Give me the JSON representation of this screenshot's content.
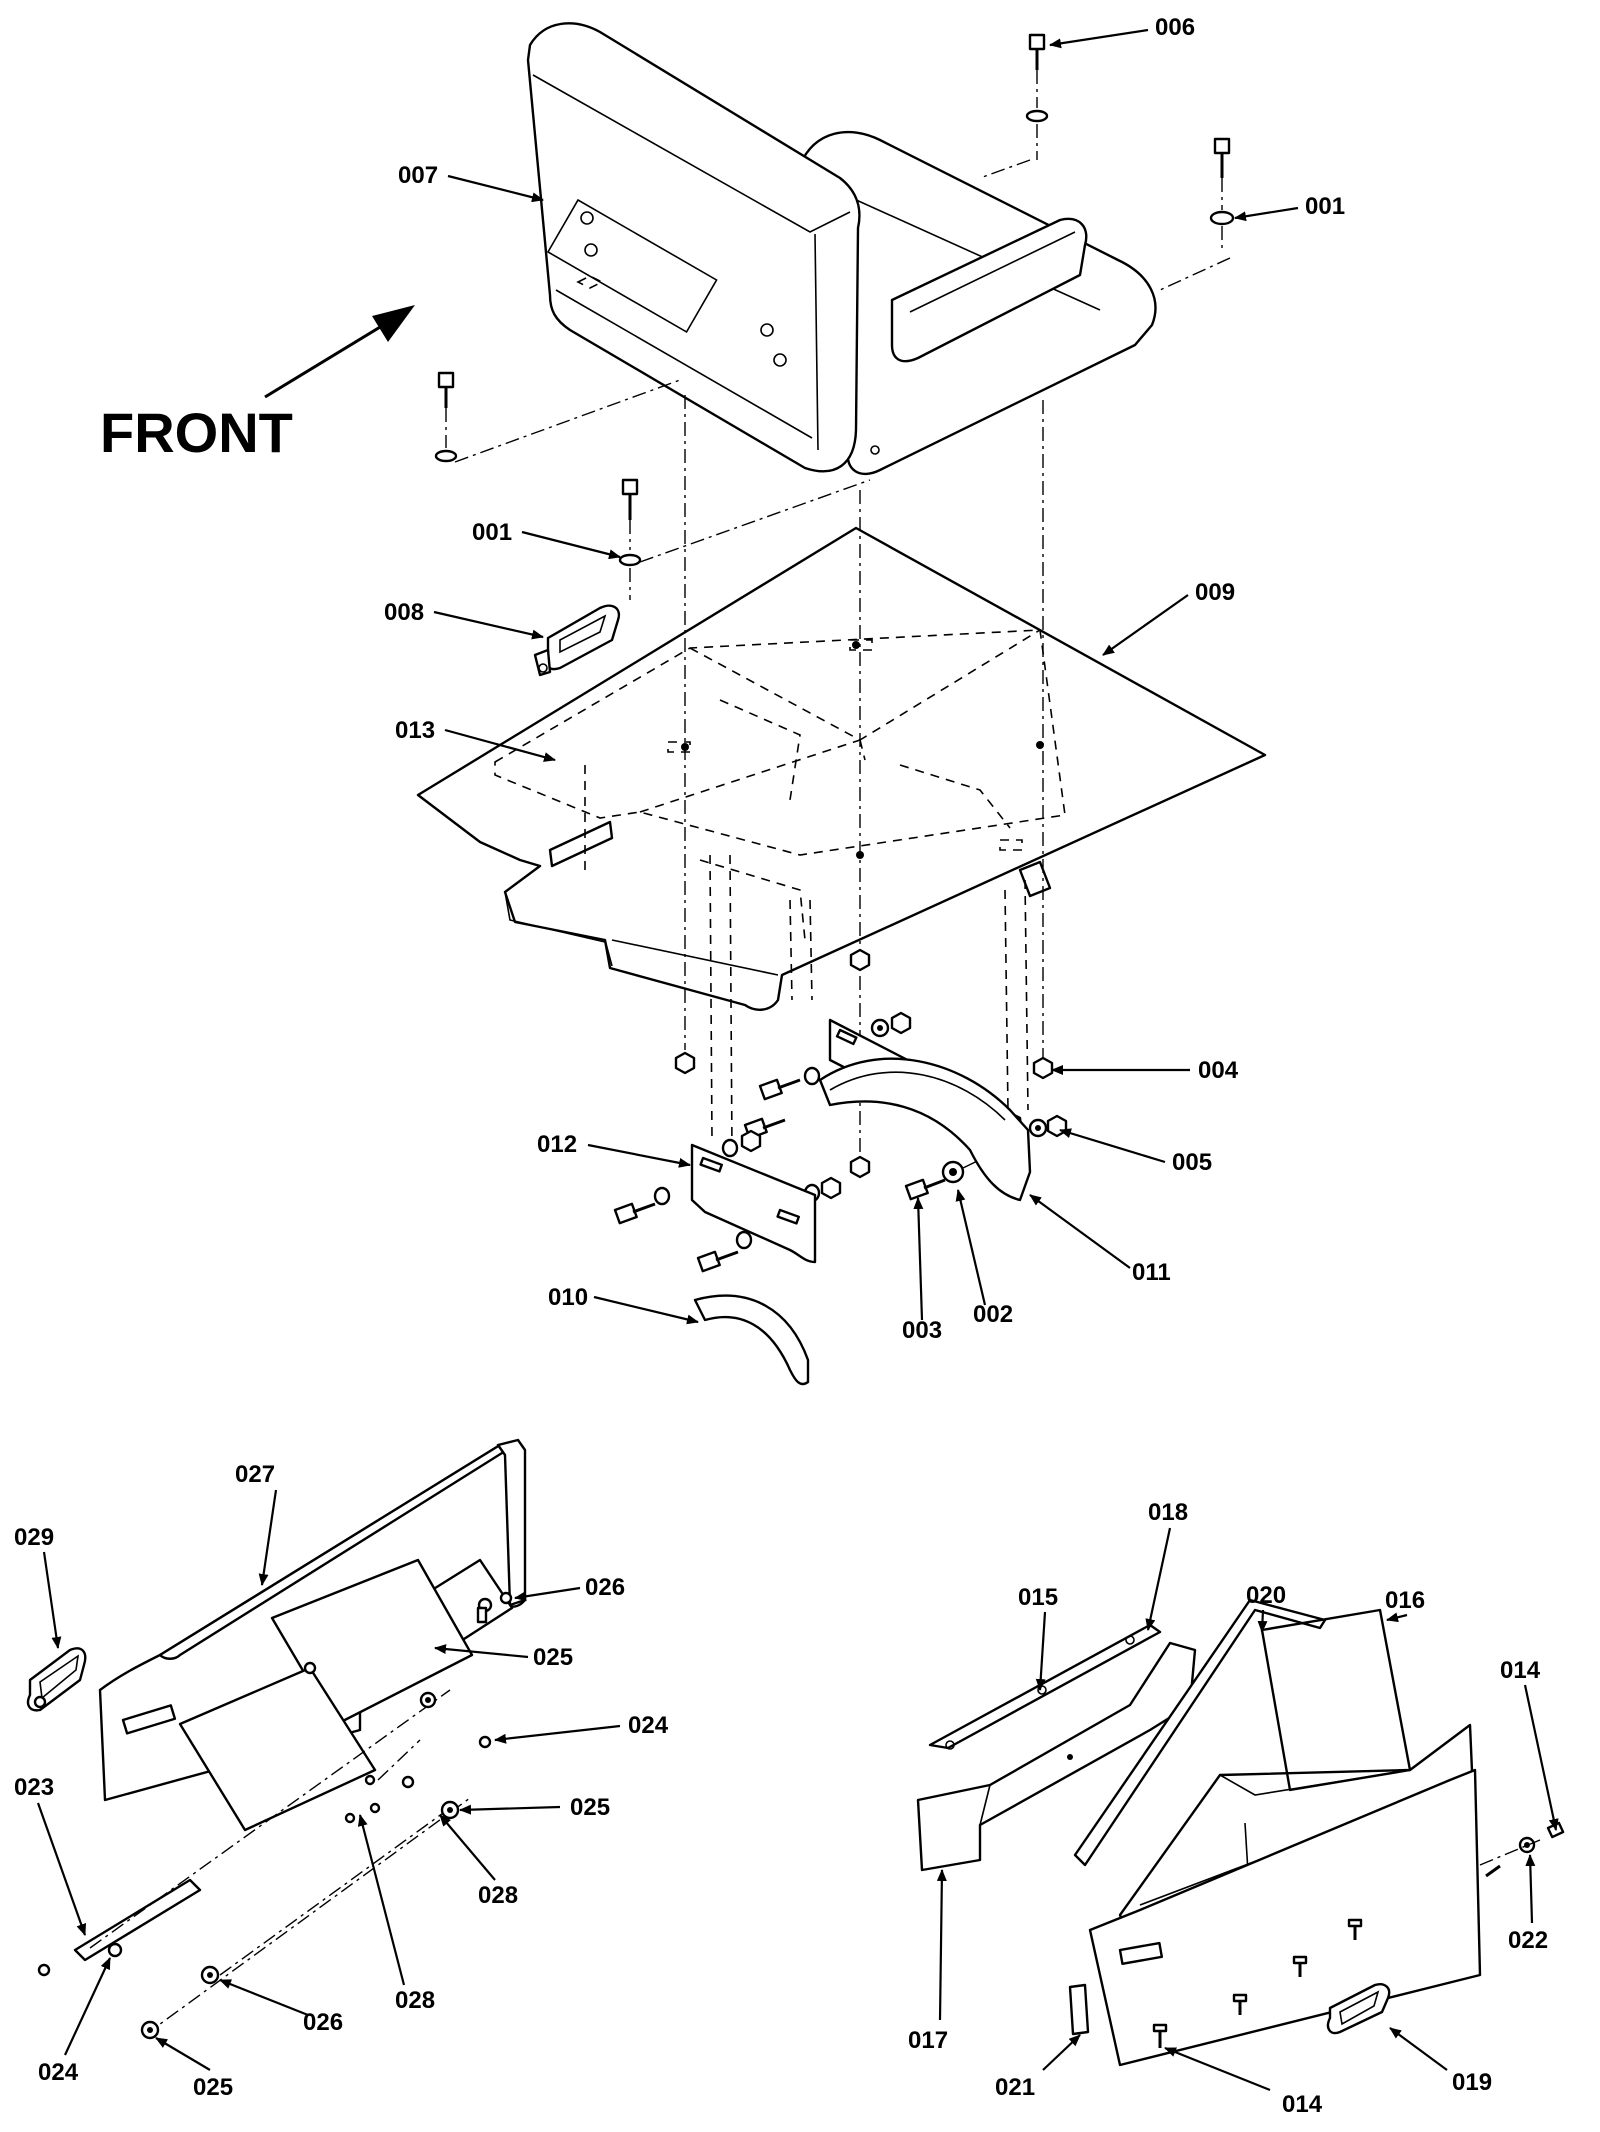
{
  "front_label": "FRONT",
  "callouts": {
    "c001a": "001",
    "c001b": "001",
    "c002": "002",
    "c003": "003",
    "c004": "004",
    "c005": "005",
    "c006": "006",
    "c007": "007",
    "c008": "008",
    "c009": "009",
    "c010": "010",
    "c011": "011",
    "c012": "012",
    "c013": "013",
    "c014a": "014",
    "c014b": "014",
    "c015": "015",
    "c016": "016",
    "c017": "017",
    "c018": "018",
    "c019": "019",
    "c020": "020",
    "c021": "021",
    "c022": "022",
    "c023": "023",
    "c024a": "024",
    "c024b": "024",
    "c025a": "025",
    "c025b": "025",
    "c025c": "025",
    "c026a": "026",
    "c026b": "026",
    "c027": "027",
    "c028a": "028",
    "c028b": "028",
    "c029": "029"
  }
}
